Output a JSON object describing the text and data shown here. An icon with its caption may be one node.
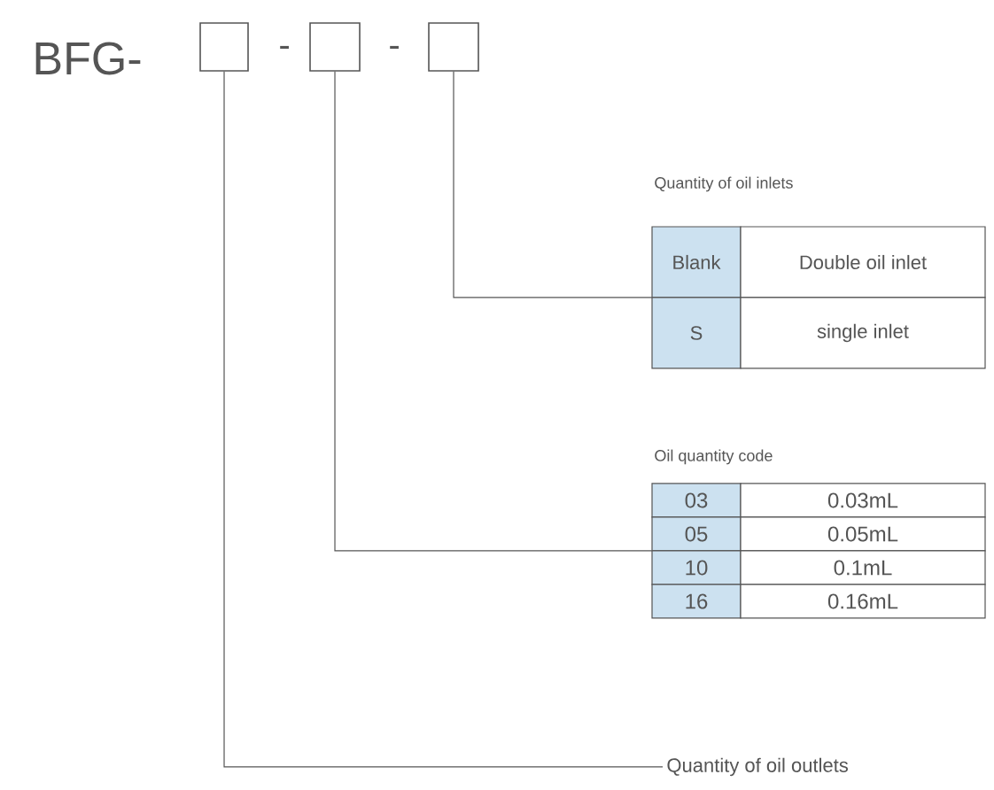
{
  "diagram": {
    "nodes": [
      {
        "text": [],
        "shape": "box"
      },
      {
        "text": [],
        "shape": "box"
      },
      {
        "text": [],
        "shape": "box"
      },
      {
        "text": [
          "Quantity of oil outlets"
        ]
      },
      {
        "text": [
          "Oil quantity code",
          "03",
          "0.03mL",
          "05",
          "0.05mL",
          "10",
          "0.1mL",
          "16",
          "0.16mL"
        ]
      },
      {
        "text": [
          "Quantity of oil inlets",
          "Blank",
          "Double oil inlet",
          "S",
          "single inlet"
        ]
      }
    ],
    "edges": [
      {
        "from": 0,
        "to": 3,
        "arrow": "none"
      },
      {
        "from": 1,
        "to": 4,
        "arrow": "none"
      },
      {
        "from": 2,
        "to": 5,
        "arrow": "none"
      }
    ],
    "labels": [
      "BFG-",
      "-",
      "-"
    ]
  }
}
